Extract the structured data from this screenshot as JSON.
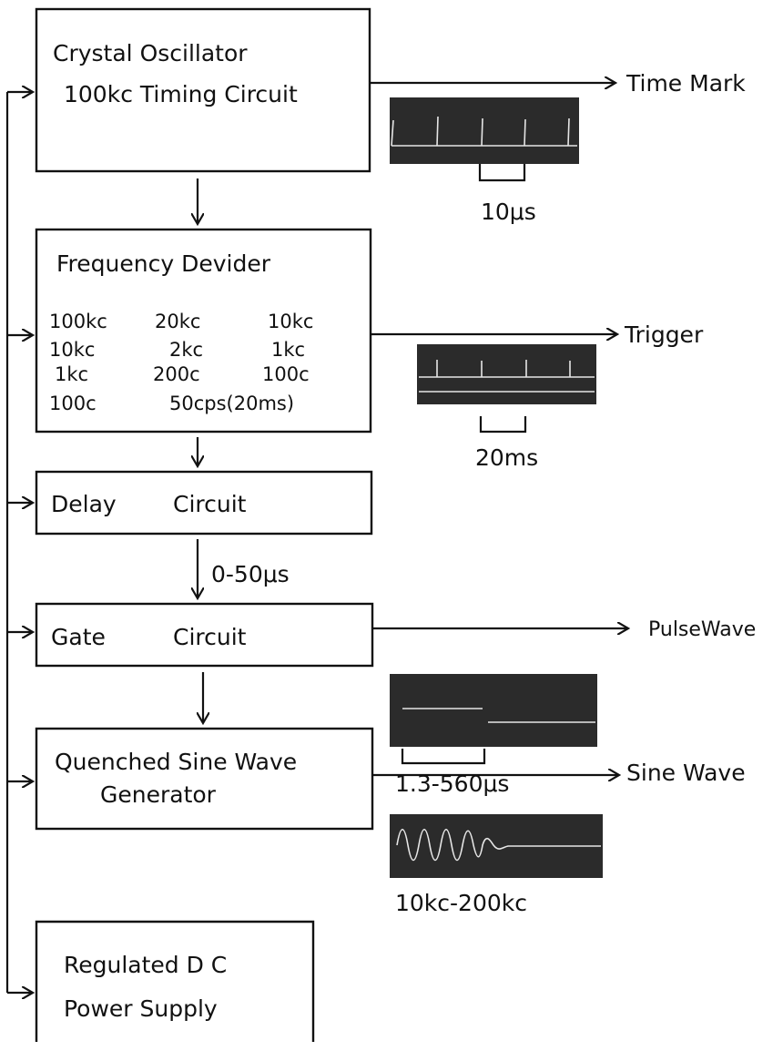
{
  "blocks": {
    "crystal": {
      "line1": "Crystal Oscillator",
      "line2": "100kc Timing Circuit"
    },
    "divider": {
      "title": "Frequency Devider",
      "rows": [
        [
          "100kc",
          "20kc",
          "10kc"
        ],
        [
          "10kc",
          "2kc",
          "1kc"
        ],
        [
          "1kc",
          "200c",
          "100c"
        ],
        [
          "100c",
          "50cps(20ms)"
        ]
      ]
    },
    "delay": {
      "left": "Delay",
      "right": "Circuit"
    },
    "delay_range": "0-50μs",
    "gate": {
      "left": "Gate",
      "right": "Circuit"
    },
    "quench": {
      "line1": "Quenched Sine Wave",
      "line2": "Generator"
    },
    "power": {
      "line1": "Regulated D C",
      "line2": "Power Supply"
    }
  },
  "outputs": {
    "time_mark": "Time Mark",
    "trigger": "Trigger",
    "pulse": "PulseWave",
    "sine": "Sine Wave"
  },
  "scopes": {
    "time_mark_scale": "10μs",
    "trigger_scale": "20ms",
    "pulse_scale": "1.3-560μs",
    "sine_scale": "10kc-200kc"
  }
}
